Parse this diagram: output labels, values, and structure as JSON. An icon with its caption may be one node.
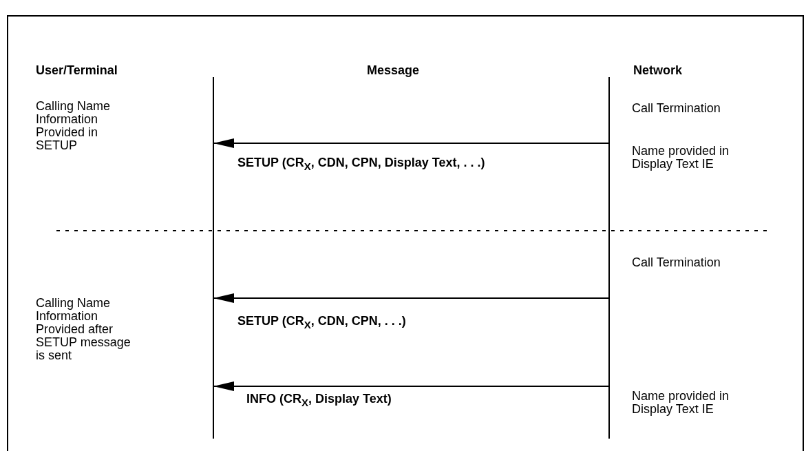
{
  "diagram": {
    "nodes": [
      {
        "text": [],
        "shape": "line"
      },
      {
        "text": [],
        "shape": "line"
      }
    ],
    "edges": [
      {
        "from": 1,
        "to": 0,
        "arrow": "to",
        "label": "SETUP (CR$_{X}$, CDN, CPN, Display Text, . . .)"
      },
      {
        "from": 1,
        "to": 0,
        "arrow": "to",
        "label": "SETUP (CR$_{X}$, CDN, CPN, . . .)"
      },
      {
        "from": 1,
        "to": 0,
        "arrow": "to",
        "label": "INFO (CR$_{X}$, Display Text)"
      }
    ],
    "labels": [
      "User/Terminal",
      "Message",
      "Network",
      "Calling Name Information Provided in SETUP",
      "Call Termination",
      "Name provided in Display Text IE",
      "Call Termination",
      "Calling Name Information Provided after SETUP message is sent",
      "Name provided in Display Text IE"
    ]
  }
}
